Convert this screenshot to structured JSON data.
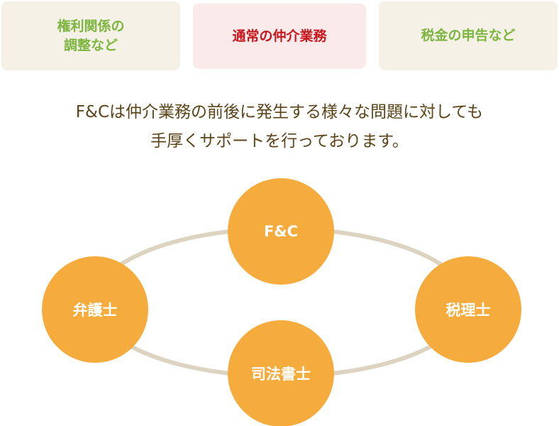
{
  "tabs": [
    {
      "id": "rights",
      "label_line1": "権利関係の",
      "label_line2": "調整など",
      "active": false
    },
    {
      "id": "brokerage",
      "label": "通常の仲介業務",
      "active": true
    },
    {
      "id": "tax",
      "label": "税金の申告など",
      "active": false
    }
  ],
  "message": {
    "line1": "F&Cは仲介業務の前後に発生する様々な問題に対しても",
    "line2": "手厚くサポートを行っております。"
  },
  "diagram": {
    "center_top": "F&C",
    "left": "弁護士",
    "right": "税理士",
    "bottom": "司法書士"
  },
  "colors": {
    "tab_bg": "#f6f1e7",
    "tab_green_text": "#7cb53f",
    "tab_active_bg": "#fbeaea",
    "tab_active_text": "#c8161d",
    "message_text": "#5a4418",
    "node_fill": "#f6ab3d",
    "ring_stroke": "#dcd4c0"
  }
}
